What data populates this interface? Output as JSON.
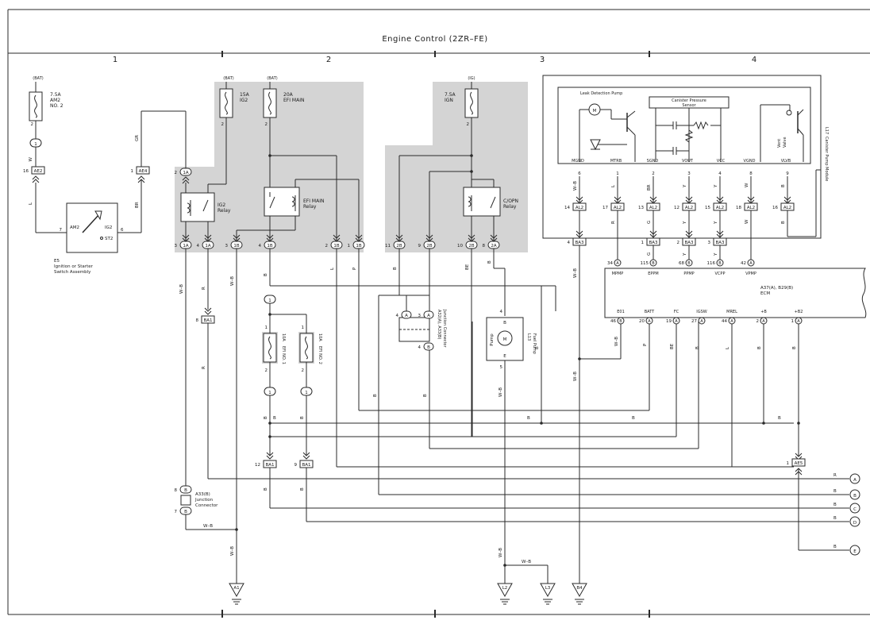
{
  "title": "Engine Control (2ZR–FE)",
  "columns": [
    "1",
    "2",
    "3",
    "4"
  ],
  "fuses": [
    {
      "id": "am2",
      "source": "(BAT)",
      "rating": "7.5A",
      "name": "AM2",
      "extra": "NO. 2",
      "pin": "2"
    },
    {
      "id": "ig2",
      "source": "(BAT)",
      "rating": "15A",
      "name": "IG2",
      "pin": "2"
    },
    {
      "id": "efimain",
      "source": "(BAT)",
      "rating": "20A",
      "name": "EFI MAIN",
      "pin": "2"
    },
    {
      "id": "ign",
      "source": "(IG)",
      "rating": "7.5A",
      "name": "IGN",
      "pin": "2"
    },
    {
      "id": "efi1",
      "rating": "10A",
      "name": "EFI NO. 1",
      "pin_top": "1",
      "pin_bot": "2"
    },
    {
      "id": "efi2",
      "rating": "10A",
      "name": "EFI NO. 2",
      "pin_top": "1",
      "pin_bot": "2"
    }
  ],
  "relays": [
    {
      "id": "ig2relay",
      "line1": "IG2",
      "line2": "Relay"
    },
    {
      "id": "efimainrelay",
      "line1": "EFI MAIN",
      "line2": "Relay"
    },
    {
      "id": "copnrelay",
      "line1": "C/OPN",
      "line2": "Relay"
    }
  ],
  "switch": {
    "ref": "E5",
    "line1": "Ignition or Starter",
    "line2": "Switch Assembly",
    "terminals": [
      "AM2",
      "IG2",
      "ST2"
    ],
    "pins": [
      "7",
      "6"
    ]
  },
  "junction_connector": {
    "ref": "A33(B)",
    "line1": "Junction",
    "line2": "Connector",
    "pins": [
      "8",
      "7"
    ]
  },
  "junction_connector2": {
    "ref": "A32(A), A33(B)",
    "line1": "Junction Connector",
    "pins": [
      "4",
      "3",
      "4"
    ]
  },
  "pump": {
    "ref": "L13",
    "line1": "Fuel Pump",
    "label": "Pump",
    "pins": [
      "4",
      "5"
    ],
    "terms": [
      "B",
      "E"
    ]
  },
  "canister_module": {
    "ref": "L17",
    "line1": "Canister Pump Module",
    "leak_pump": "Leak Detection Pump",
    "pressure_sensor_1": "Canister Pressure",
    "pressure_sensor_2": "Sensor",
    "vent_valve_1": "Vent",
    "vent_valve_2": "Valve",
    "pins": [
      "MGND",
      "MTRB",
      "SGND",
      "VOUT",
      "VCC",
      "VGND",
      "VLVB"
    ],
    "pin_nums": [
      "6",
      "1",
      "2",
      "3",
      "4",
      "8",
      "9"
    ],
    "wires": [
      "W–B",
      "L",
      "BR",
      "Y",
      "Y",
      "W",
      "B"
    ]
  },
  "ecm": {
    "ref": "A37(A), B29(B)",
    "name": "ECM",
    "top_pins": [
      {
        "n": "34",
        "c": "A",
        "name": "MPMP"
      },
      {
        "n": "115",
        "c": "B",
        "name": "EPPM"
      },
      {
        "n": "68",
        "c": "B",
        "name": "PPMP"
      },
      {
        "n": "116",
        "c": "B",
        "name": "VCPP"
      },
      {
        "n": "42",
        "c": "A",
        "name": "VPMP"
      }
    ],
    "bottom_pins": [
      {
        "n": "46",
        "c": "B",
        "name": "E01"
      },
      {
        "n": "20",
        "c": "A",
        "name": "BATT"
      },
      {
        "n": "19",
        "c": "A",
        "name": "FC"
      },
      {
        "n": "27",
        "c": "A",
        "name": "IGSW"
      },
      {
        "n": "44",
        "c": "A",
        "name": "MREL"
      },
      {
        "n": "2",
        "c": "A",
        "name": "+B"
      },
      {
        "n": "1",
        "c": "A",
        "name": "+B2"
      }
    ]
  },
  "connectors": {
    "ae2": "AE2",
    "ae4": "AE4",
    "ba1": "BA1",
    "al2": "AL2",
    "ba3": "BA3",
    "ae5": "AE5",
    "c1a": "1A",
    "c1b": "1B",
    "c2b": "2B",
    "c2a": "2A"
  },
  "row1_pins": [
    {
      "p": "3",
      "c": "1A"
    },
    {
      "p": "4",
      "c": "1A"
    },
    {
      "p": "3",
      "c": "1B"
    },
    {
      "p": "4",
      "c": "1B"
    },
    {
      "p": "2",
      "c": "1B"
    },
    {
      "p": "1",
      "c": "1B"
    },
    {
      "p": "11",
      "c": "2B"
    },
    {
      "p": "9",
      "c": "2B"
    },
    {
      "p": "10",
      "c": "2B"
    },
    {
      "p": "8",
      "c": "2A"
    }
  ],
  "wire_colors": {
    "w": "W",
    "gr": "GR",
    "l": "L",
    "br": "BR",
    "wb": "W–B",
    "r": "R",
    "b": "B",
    "p": "P",
    "be": "BE",
    "g": "G",
    "y": "Y"
  },
  "grounds": [
    "A1",
    "L2",
    "L3",
    "B4"
  ],
  "outputs": [
    "A",
    "B",
    "C",
    "D",
    "E"
  ],
  "misc": {
    "one": "1",
    "two": "2",
    "six": "6",
    "seven": "7",
    "eight": "8",
    "nine": "9",
    "twelve": "12",
    "fourteen": "14",
    "seventeen": "17",
    "thirteen": "13",
    "fifteen": "15",
    "sixteen": "16",
    "eighteen": "18",
    "four": "4",
    "five": "5",
    "a": "A",
    "b": "B",
    "m": "M"
  },
  "colors": {
    "shade": "#d4d4d4",
    "line": "#2a2a2a"
  }
}
